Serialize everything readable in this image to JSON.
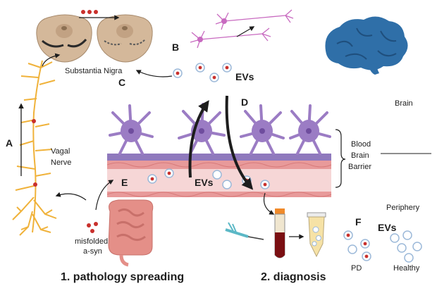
{
  "labels": {
    "substantia_nigra": "Substantia Nigra",
    "evs_top": "EVs",
    "evs_mid": "EVs",
    "evs_f": "EVs",
    "brain": "Brain",
    "blood": "Blood",
    "brain2": "Brain",
    "barrier": "Barrier",
    "vagal": "Vagal",
    "nerve": "Nerve",
    "periphery": "Periphery",
    "misfolded": "misfolded",
    "asyn": "a-syn",
    "pd": "PD",
    "healthy": "Healthy"
  },
  "letters": {
    "a": "A",
    "b": "B",
    "c": "C",
    "d": "D",
    "e": "E",
    "f": "F"
  },
  "captions": {
    "pathology": "1. pathology spreading",
    "diagnosis": "2. diagnosis"
  },
  "colors": {
    "nerve": "#f0b23a",
    "astrocyte": "#9b7cc4",
    "astrocyte_dark": "#6f4d9e",
    "vessel": "#f6d6d6",
    "vessel_wall": "#e89a9a",
    "blood": "#7a0f12",
    "brain_icon": "#2f6fa8",
    "gut": "#e48f88",
    "neuron": "#c86ac0",
    "dot": "#c9302c"
  },
  "icons": [
    "brain-icon",
    "midbrain-section-icon",
    "neuron-icon",
    "gut-icon",
    "blood-tube-icon",
    "centrifuge-tube-icon",
    "syringe-icon"
  ]
}
